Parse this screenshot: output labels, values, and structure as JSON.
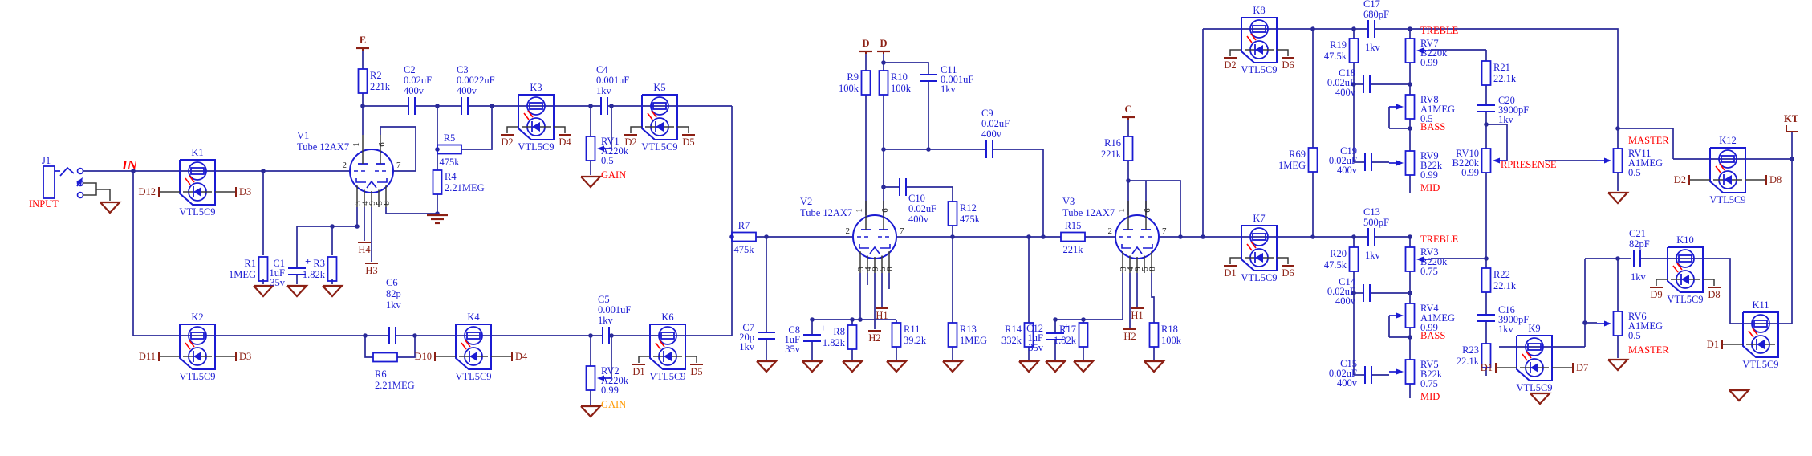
{
  "schematic": {
    "colors": {
      "component_blue": "#1b1bd2",
      "wire_blue": "#2a2a99",
      "dark_red": "#8c2014",
      "bright_red": "#ff0000",
      "orange": "#ff9900",
      "black_wire": "#3a3a3a"
    },
    "net_labels": {
      "in": "IN"
    },
    "jack": {
      "ref": "J1",
      "caption": "INPUT"
    },
    "tubes": {
      "V1": {
        "ref": "V1",
        "part": "Tube 12AX7",
        "pin_left": "2",
        "pin_right": "7",
        "pins_top": [
          "1",
          "6"
        ],
        "pins_bottom": [
          "3",
          "4",
          "9",
          "5",
          "8"
        ]
      },
      "V2": {
        "ref": "V2",
        "part": "Tube 12AX7",
        "pin_left": "2",
        "pin_right": "7",
        "pins_top": [
          "1",
          "6"
        ],
        "pins_bottom": [
          "3",
          "4",
          "9",
          "5",
          "8"
        ]
      },
      "V3": {
        "ref": "V3",
        "part": "Tube 12AX7",
        "pin_left": "2",
        "pin_right": "7",
        "pins_top": [
          "1",
          "6"
        ],
        "pins_bottom": [
          "3",
          "4",
          "9",
          "5",
          "8"
        ]
      }
    },
    "optocouplers": {
      "K1": {
        "ref": "K1",
        "part": "VTL5C9",
        "left_pin": "D12",
        "right_pin": "D3"
      },
      "K2": {
        "ref": "K2",
        "part": "VTL5C9",
        "left_pin": "D11",
        "right_pin": "D3"
      },
      "K3": {
        "ref": "K3",
        "part": "VTL5C9",
        "left_pin": "D2",
        "right_pin": "D4"
      },
      "K4": {
        "ref": "K4",
        "part": "VTL5C9",
        "left_pin": "D10",
        "right_pin": "D4"
      },
      "K5": {
        "ref": "K5",
        "part": "VTL5C9",
        "left_pin": "D2",
        "right_pin": "D5"
      },
      "K6": {
        "ref": "K6",
        "part": "VTL5C9",
        "left_pin": "D1",
        "right_pin": "D5"
      },
      "K7": {
        "ref": "K7",
        "part": "VTL5C9",
        "left_pin": "D1",
        "right_pin": "D6"
      },
      "K8": {
        "ref": "K8",
        "part": "VTL5C9",
        "left_pin": "D2",
        "right_pin": "D6"
      },
      "K9": {
        "ref": "K9",
        "part": "VTL5C9",
        "left_pin": "D1",
        "right_pin": "D7"
      },
      "K10": {
        "ref": "K10",
        "part": "VTL5C9",
        "left_pin": "D9",
        "right_pin": "D8"
      },
      "K11": {
        "ref": "K11",
        "part": "VTL5C9",
        "left_pin": "D1",
        "right_pin": ""
      },
      "K12": {
        "ref": "K12",
        "part": "VTL5C9",
        "left_pin": "D2",
        "right_pin": "D8"
      }
    },
    "resistors": {
      "R1": [
        "R1",
        "1MEG"
      ],
      "R2": [
        "R2",
        "221k"
      ],
      "R3": [
        "R3",
        "1.82k"
      ],
      "R4": [
        "R4",
        "2.21MEG"
      ],
      "R5": [
        "R5",
        "475k"
      ],
      "R6": [
        "R6",
        "2.21MEG"
      ],
      "R7": [
        "R7",
        "475k"
      ],
      "R8": [
        "R8",
        "1.82k"
      ],
      "R9": [
        "R9",
        "100k"
      ],
      "R10": [
        "R10",
        "100k"
      ],
      "R11": [
        "R11",
        "39.2k"
      ],
      "R12": [
        "R12",
        "475k"
      ],
      "R13": [
        "R13",
        "1MEG"
      ],
      "R14": [
        "R14",
        "332k"
      ],
      "R15": [
        "R15",
        "221k"
      ],
      "R16": [
        "R16",
        "221k"
      ],
      "R17": [
        "R17",
        "1.82k"
      ],
      "R18": [
        "R18",
        "100k"
      ],
      "R19": [
        "R19",
        "47.5k"
      ],
      "R20": [
        "R20",
        "47.5k"
      ],
      "R21": [
        "R21",
        "22.1k"
      ],
      "R22": [
        "R22",
        "22.1k"
      ],
      "R23": [
        "R23",
        "22.1k"
      ],
      "R69": [
        "R69",
        "1MEG"
      ]
    },
    "capacitors": {
      "C1": [
        "C1",
        "1uF",
        "35v"
      ],
      "C2": [
        "C2",
        "0.02uF",
        "400v"
      ],
      "C3": [
        "C3",
        "0.0022uF",
        "400v"
      ],
      "C4": [
        "C4",
        "0.001uF",
        "1kv"
      ],
      "C5": [
        "C5",
        "0.001uF",
        "1kv"
      ],
      "C6": [
        "C6",
        "82p",
        "1kv"
      ],
      "C7": [
        "C7",
        "20p",
        "1kv"
      ],
      "C8": [
        "C8",
        "1uF",
        "35v"
      ],
      "C9": [
        "C9",
        "0.02uF",
        "400v"
      ],
      "C10": [
        "C10",
        "0.02uF",
        "400v"
      ],
      "C11": [
        "C11",
        "0.001uF",
        "1kv"
      ],
      "C12": [
        "C12",
        "1uF",
        "35v"
      ],
      "C13": [
        "C13",
        "500pF",
        "1kv"
      ],
      "C14": [
        "C14",
        "0.02uF",
        "400v"
      ],
      "C15": [
        "C15",
        "0.02uF",
        "400v"
      ],
      "C16": [
        "C16",
        "3900pF",
        "1kv"
      ],
      "C17": [
        "C17",
        "680pF",
        "1kv"
      ],
      "C18": [
        "C18",
        "0.02uF",
        "400v"
      ],
      "C19": [
        "C19",
        "0.02uF",
        "400v"
      ],
      "C20": [
        "C20",
        "3900pF",
        "1kv"
      ],
      "C21": [
        "C21",
        "82pF",
        "1kv"
      ]
    },
    "potentiometers": {
      "RV1": {
        "lines": [
          "RV1",
          "A220k",
          "0.5"
        ],
        "func": "GAIN",
        "func_color": "bright_red"
      },
      "RV2": {
        "lines": [
          "RV2",
          "A220k",
          "0.99"
        ],
        "func": "GAIN",
        "func_color": "orange"
      },
      "RV3": {
        "lines": [
          "RV3",
          "B220k",
          "0.75"
        ],
        "func": "TREBLE",
        "func_color": "bright_red"
      },
      "RV4": {
        "lines": [
          "RV4",
          "A1MEG",
          "0.99"
        ],
        "func": "BASS",
        "func_color": "bright_red"
      },
      "RV5": {
        "lines": [
          "RV5",
          "B22k",
          "0.75"
        ],
        "func": "MID",
        "func_color": "bright_red"
      },
      "RV6": {
        "lines": [
          "RV6",
          "A1MEG",
          "0.5"
        ],
        "func": "MASTER",
        "func_color": "bright_red"
      },
      "RV7": {
        "lines": [
          "RV7",
          "B220k",
          "0.99"
        ],
        "func": "TREBLE",
        "func_color": "bright_red"
      },
      "RV8": {
        "lines": [
          "RV8",
          "A1MEG",
          "0.5"
        ],
        "func": "BASS",
        "func_color": "bright_red"
      },
      "RV9": {
        "lines": [
          "RV9",
          "B22k",
          "0.99"
        ],
        "func": "MID",
        "func_color": "bright_red"
      },
      "RV10": {
        "lines": [
          "RV10",
          "B220k",
          "0.99"
        ],
        "func": "RPRESENSE",
        "func_color": "bright_red"
      },
      "RV11": {
        "lines": [
          "RV11",
          "A1MEG",
          "0.5"
        ],
        "func": "MASTER",
        "func_color": "bright_red"
      }
    },
    "power_flags": {
      "e": "E",
      "d_left": "D",
      "d_right": "D",
      "c": "C",
      "kt": "KT"
    },
    "heater_flags": {
      "h4_v1": "H4",
      "h3_v1": "H3",
      "h1_v2": "H1",
      "h2_v2": "H2",
      "h1_v3": "H1",
      "h2_v3": "H2"
    }
  }
}
